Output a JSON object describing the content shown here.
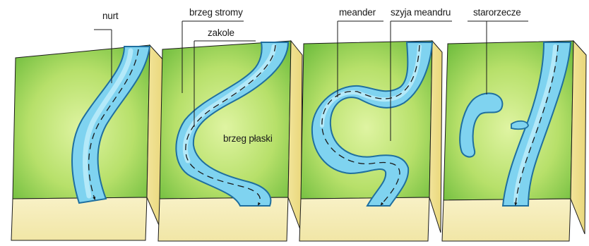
{
  "labels": {
    "nurt": "nurt",
    "brzeg_stromy": "brzeg stromy",
    "zakole": "zakole",
    "meander": "meander",
    "szyja_meandru": "szyja meandru",
    "starorzecze": "starorzecze",
    "brzeg_plaski": "brzeg płaski"
  },
  "colors": {
    "grass_light": "#d6ef8e",
    "grass_mid": "#a9d95a",
    "grass_dark": "#5fb33a",
    "water": "#7fd3f0",
    "water_light": "#bfeefb",
    "water_edge": "#1f6f9f",
    "soil": "#f6edb8",
    "soil_side": "#f2e59a",
    "outline": "#1a1a1a"
  },
  "icons": [
    "flow-arrow-icon"
  ]
}
